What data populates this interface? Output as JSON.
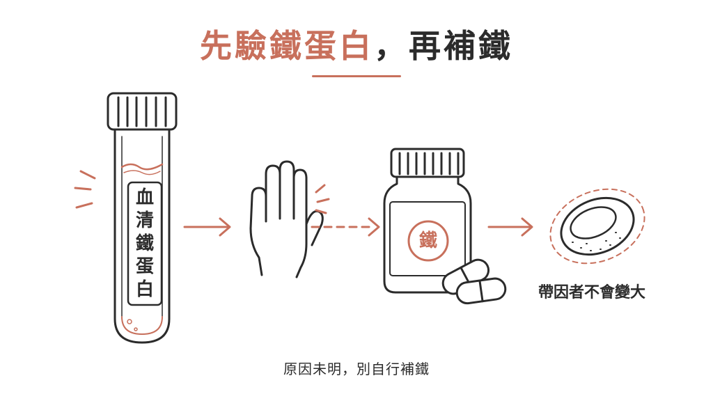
{
  "title": {
    "part1": "先驗鐵蛋白",
    "part2": "，再補鐵"
  },
  "tube": {
    "label_chars": [
      "血",
      "清",
      "鐵",
      "蛋",
      "白"
    ]
  },
  "bottle": {
    "label": "鐵"
  },
  "cell": {
    "caption": "帶因者不會變大"
  },
  "footer": {
    "note": "原因未明，別自行補鐵"
  },
  "colors": {
    "accent": "#c8705c",
    "ink": "#2b2b2b"
  },
  "icons": [
    "test-tube-icon",
    "stop-hand-icon",
    "supplement-bottle-icon",
    "capsule-icon",
    "red-blood-cell-icon",
    "arrow-right-icon"
  ]
}
